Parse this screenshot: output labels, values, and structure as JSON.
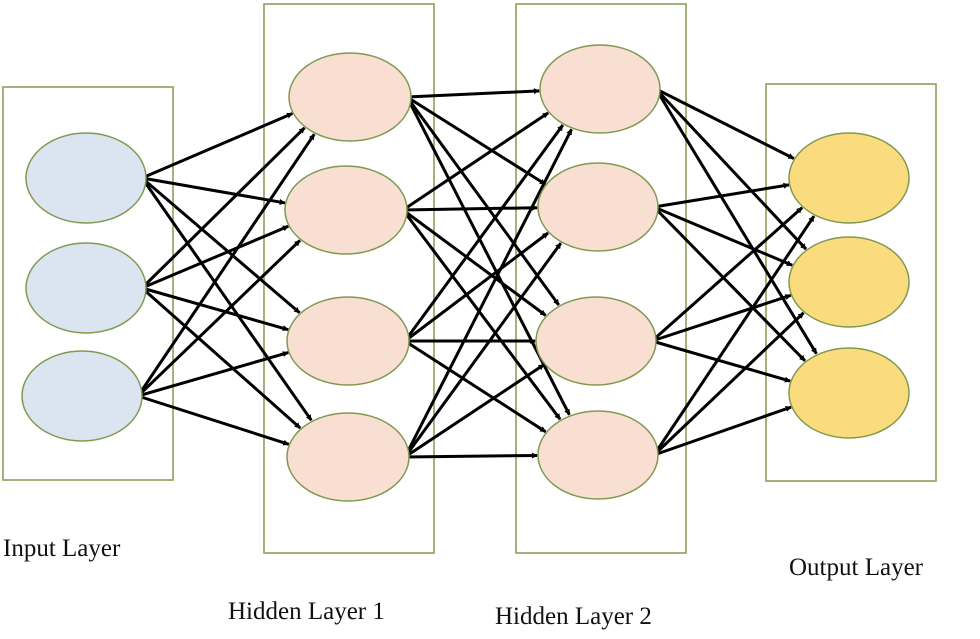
{
  "layers": [
    {
      "label": "Input Layer",
      "fill": "#dbe4f1",
      "nodes": 3
    },
    {
      "label": "Hidden Layer 1",
      "fill": "#f8dfd2",
      "nodes": 4
    },
    {
      "label": "Hidden Layer 2",
      "fill": "#f8dfd2",
      "nodes": 4
    },
    {
      "label": "Output Layer",
      "fill": "#fadc7e",
      "nodes": 3
    }
  ],
  "colors": {
    "box_border": "#8aa05a",
    "node_border": "#7f9a4e",
    "arrow": "#000000"
  }
}
